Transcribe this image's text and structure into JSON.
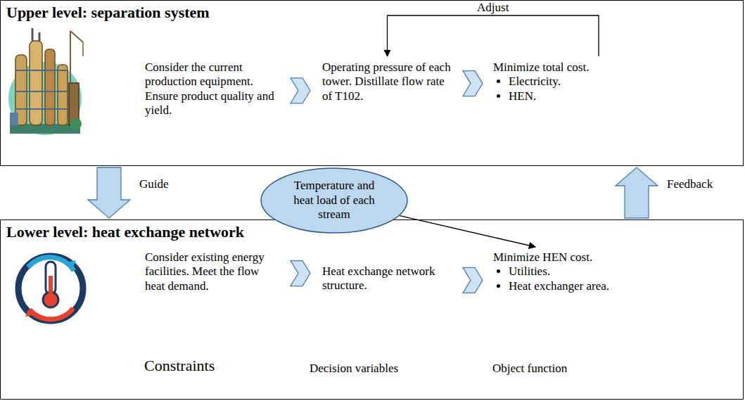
{
  "diagram": {
    "nodes": [
      {
        "text": [
          "Upper level: separation system"
        ]
      },
      {
        "text": [
          "Consider the current production equipment. Ensure product quality and yield."
        ],
        "in": 0
      },
      {
        "text": [
          "Operating pressure of each tower. Distillate flow rate of T102."
        ],
        "in": 0
      },
      {
        "text": [
          "Minimize total cost.",
          "Electricity.",
          "HEN."
        ],
        "in": 0
      },
      {
        "text": [
          "Lower level: heat exchange network"
        ]
      },
      {
        "text": [
          "Consider existing energy facilities. Meet the flow heat demand."
        ],
        "in": 4
      },
      {
        "text": [
          "Heat exchange network structure."
        ],
        "in": 4
      },
      {
        "text": [
          "Minimize HEN cost.",
          "Utilities.",
          "Heat exchanger area."
        ],
        "in": 4
      },
      {
        "text": [
          "Temperature and heat load of each stream"
        ]
      }
    ],
    "edges": [
      {
        "from": 0,
        "to": 4,
        "label": "Guide",
        "arrow": "to"
      },
      {
        "from": 4,
        "to": 0,
        "label": "Feedback",
        "arrow": "to"
      },
      {
        "from": 3,
        "to": 2,
        "label": "Adjust",
        "arrow": "to"
      },
      {
        "from": 1,
        "to": 2,
        "arrow": "to"
      },
      {
        "from": 2,
        "to": 3,
        "arrow": "to"
      },
      {
        "from": 5,
        "to": 6,
        "arrow": "to"
      },
      {
        "from": 6,
        "to": 7,
        "arrow": "to"
      },
      {
        "from": 8,
        "to": 7,
        "arrow": "to"
      }
    ],
    "labels": [
      "Constraints",
      "Decision variables",
      "Object function"
    ]
  }
}
